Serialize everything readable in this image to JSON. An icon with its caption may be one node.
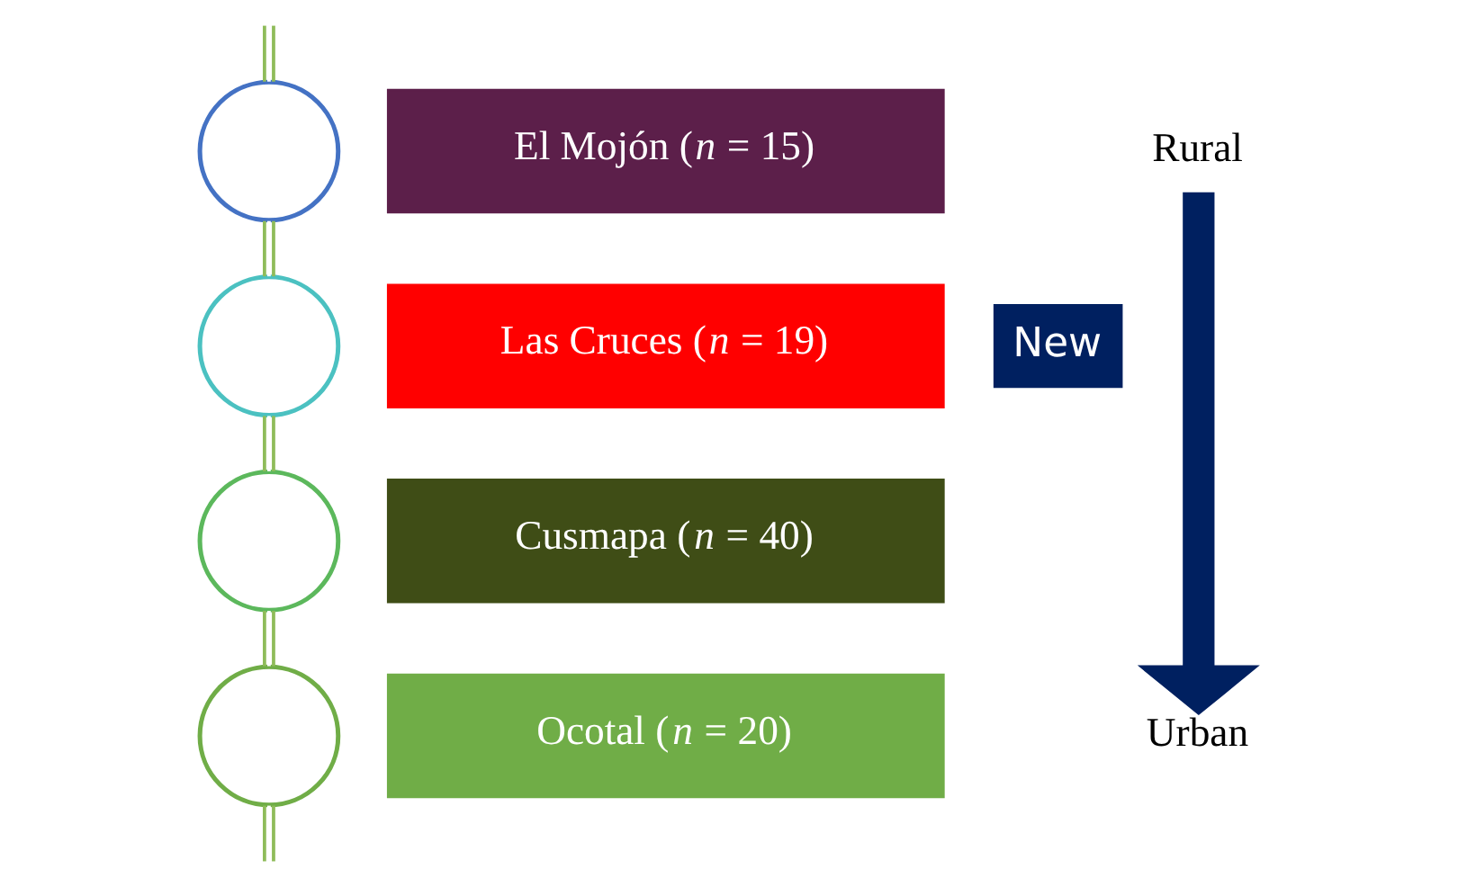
{
  "diagram": {
    "nodes": [
      {
        "text": [
          "El Mojón (*n* = 15)"
        ]
      },
      {
        "text": [
          "Las Cruces (*n* = 19)"
        ]
      },
      {
        "text": [
          "Cusmapa (*n* = 40)"
        ]
      },
      {
        "text": [
          "Ocotal (*n* = 20)"
        ]
      },
      {
        "text": [],
        "shape": "circle"
      },
      {
        "text": [],
        "shape": "circle"
      },
      {
        "text": [],
        "shape": "circle"
      },
      {
        "text": [],
        "shape": "circle"
      },
      {
        "text": [
          "New"
        ]
      },
      {
        "text": [
          "Rural"
        ]
      },
      {
        "text": [
          "Urban"
        ]
      }
    ],
    "edges": [
      {
        "from": null,
        "to": 4,
        "arrow": "none",
        "color": "#8fbc5a"
      },
      {
        "from": 4,
        "to": 5,
        "arrow": "none",
        "color": "#8fbc5a"
      },
      {
        "from": 5,
        "to": 6,
        "arrow": "none",
        "color": "#8fbc5a"
      },
      {
        "from": 6,
        "to": 7,
        "arrow": "none",
        "color": "#8fbc5a"
      },
      {
        "from": 7,
        "to": null,
        "arrow": "none",
        "color": "#8fbc5a"
      },
      {
        "from": 9,
        "to": 10,
        "arrow": "to",
        "style": "thick",
        "color": "#002060"
      }
    ]
  }
}
